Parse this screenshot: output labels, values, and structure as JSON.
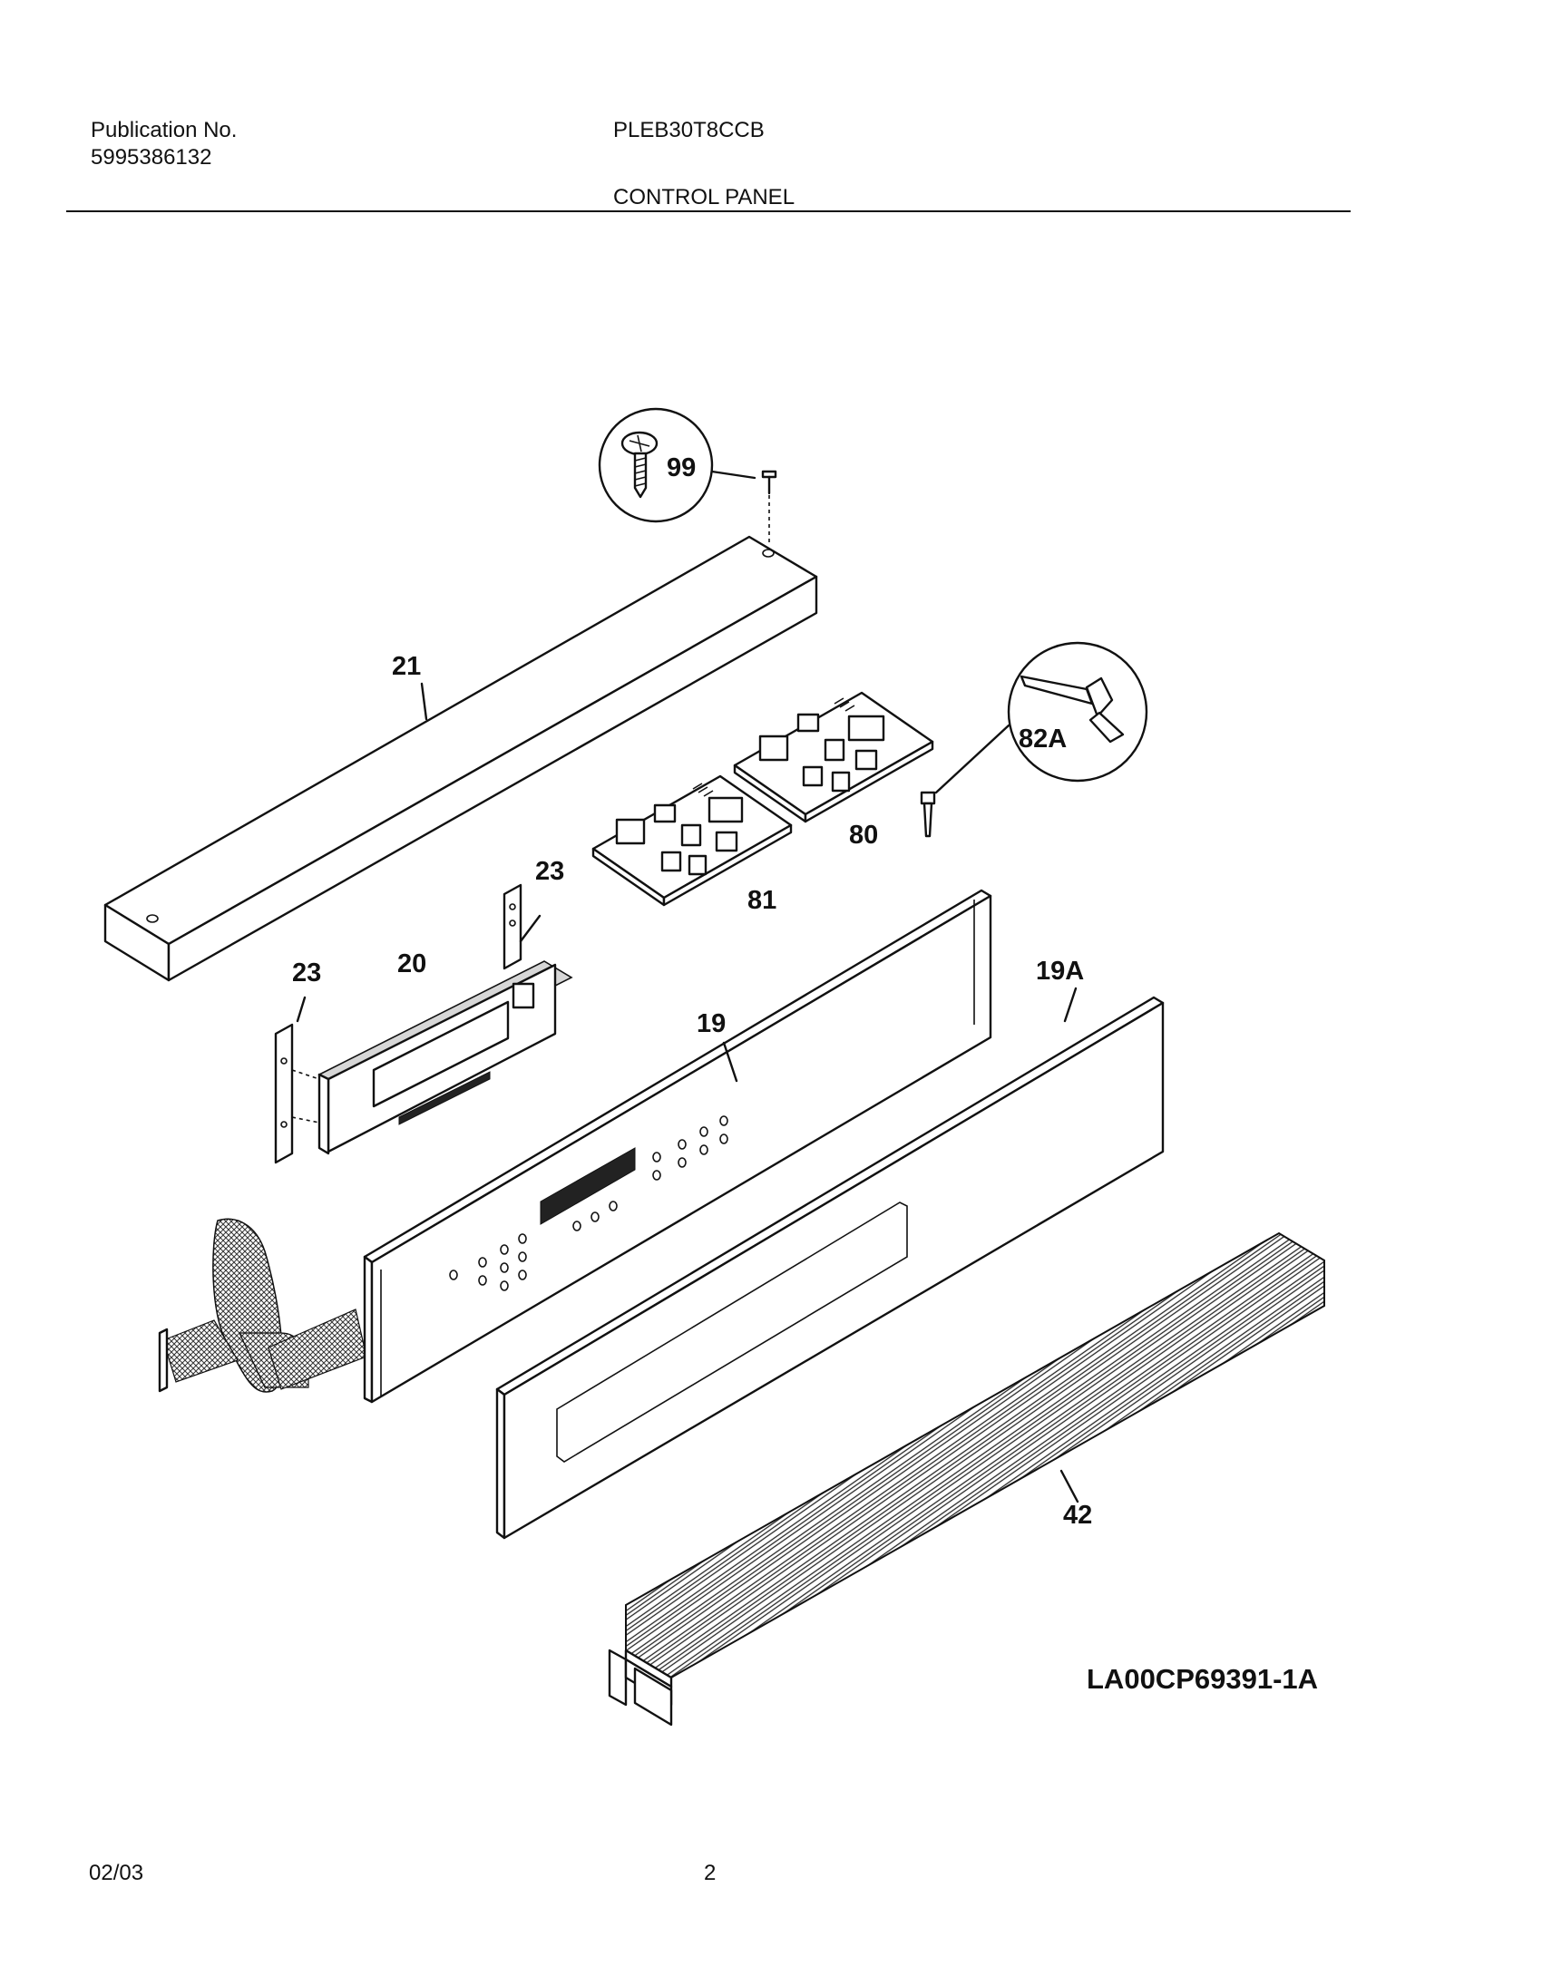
{
  "header": {
    "publication_label": "Publication No.",
    "publication_number": "5995386132",
    "model": "PLEB30T8CCB",
    "section_title": "CONTROL PANEL"
  },
  "parts": [
    {
      "ref": "99"
    },
    {
      "ref": "21"
    },
    {
      "ref": "82A"
    },
    {
      "ref": "80"
    },
    {
      "ref": "81"
    },
    {
      "ref": "23"
    },
    {
      "ref": "23"
    },
    {
      "ref": "20"
    },
    {
      "ref": "19"
    },
    {
      "ref": "19A"
    },
    {
      "ref": "42"
    }
  ],
  "diagram_code": "LA00CP69391-1A",
  "footer": {
    "date": "02/03",
    "page": "2"
  }
}
